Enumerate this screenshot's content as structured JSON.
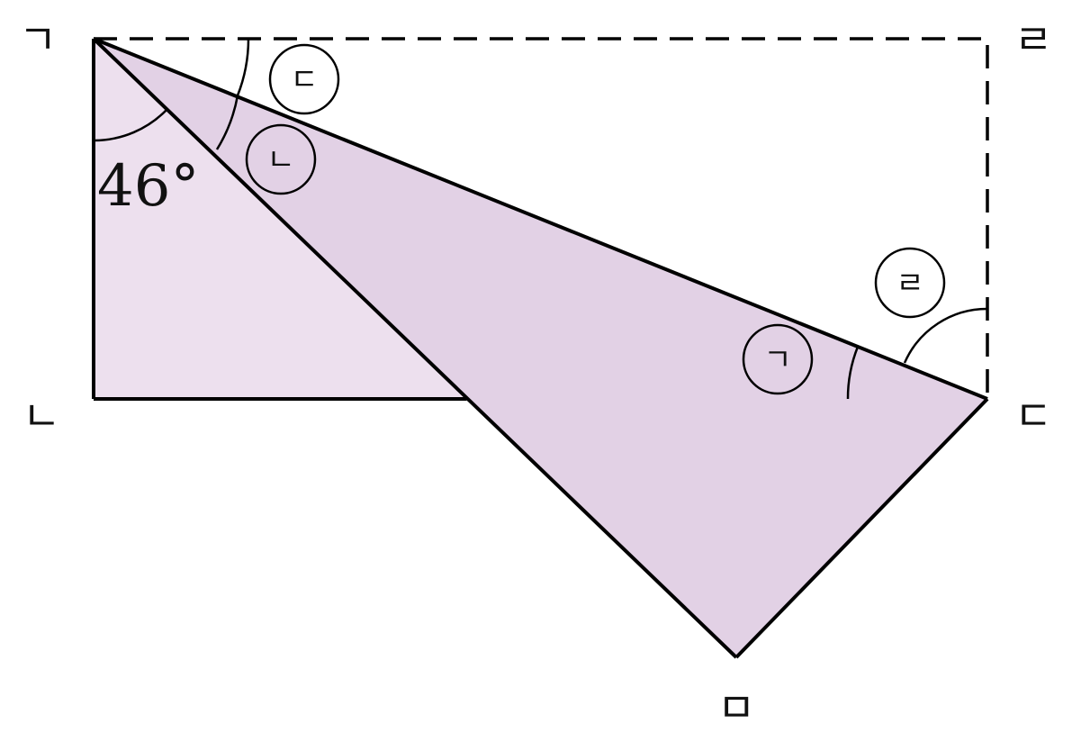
{
  "vertices": {
    "top_left": "ㄱ",
    "top_right": "ㄹ",
    "bottom_left": "ㄴ",
    "right": "ㄷ",
    "bottom": "ㅁ"
  },
  "angle_marks": {
    "given": "46°",
    "mark_a": "ㄱ",
    "mark_b": "ㄴ",
    "mark_c": "ㄷ",
    "mark_d": "ㄹ"
  },
  "colors": {
    "fill_light": "#ede0ee",
    "fill_dark": "#e2d1e5",
    "stroke": "#000000"
  }
}
